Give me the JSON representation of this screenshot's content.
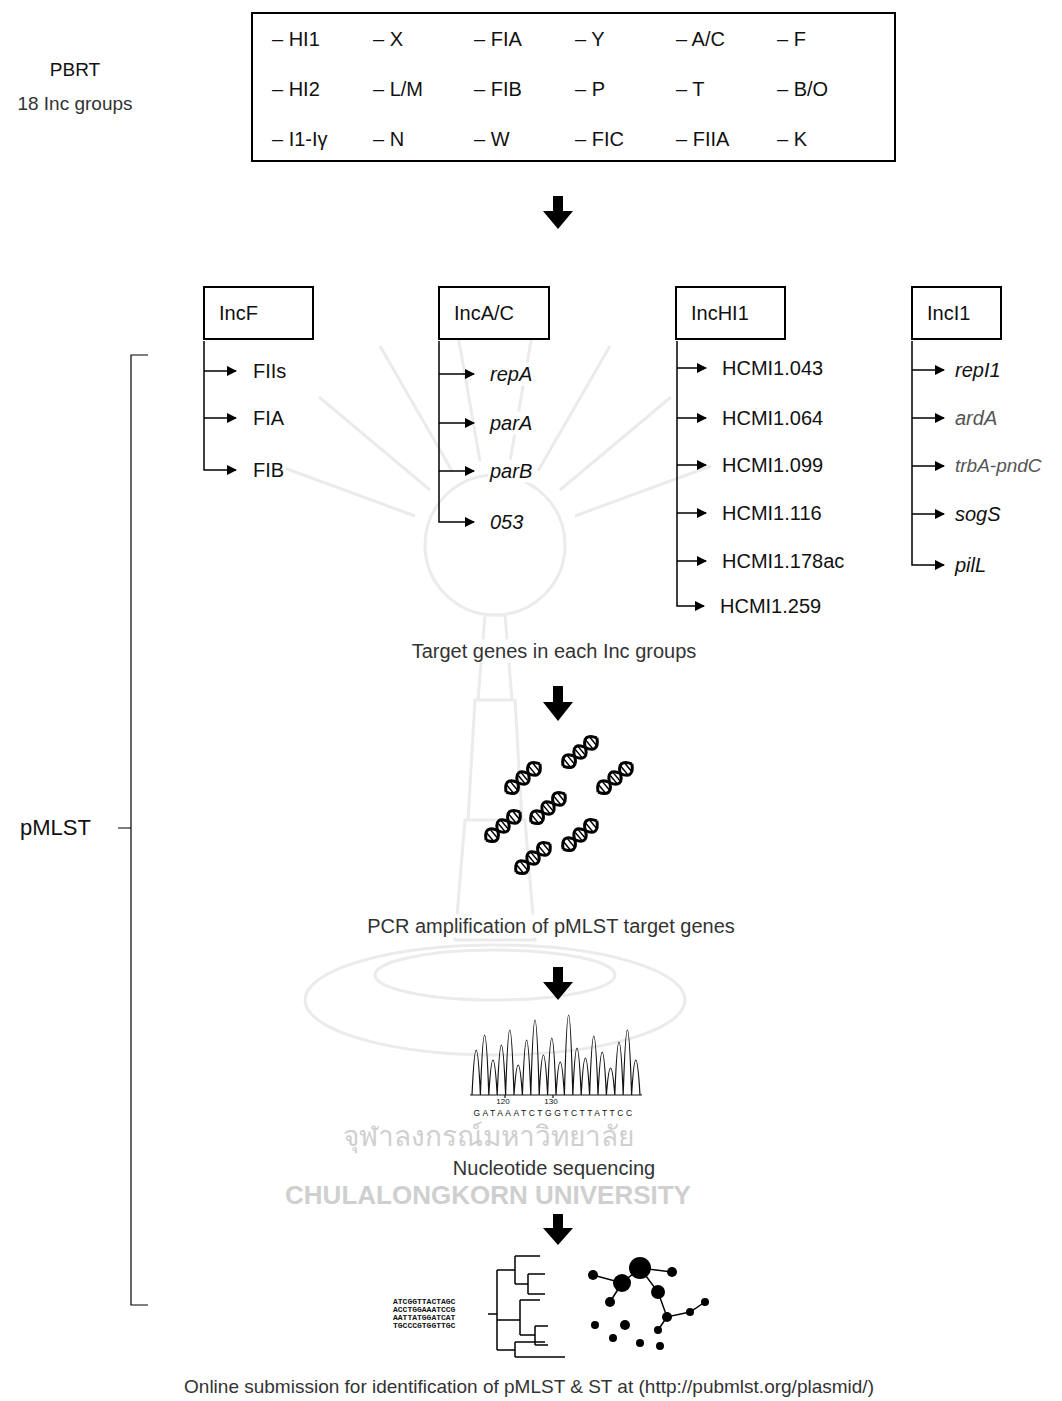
{
  "diagram": {
    "nodes": [
      {
        "text": [
          "– HI1",
          "– X",
          "– FIA",
          "– Y",
          "– A/C",
          "– F",
          "– HI2",
          "– L/M",
          "– FIB",
          "– P",
          "– T",
          "– B/O",
          "– I1-Iγ",
          "– N",
          "– W",
          "– FIC",
          "– FIIA",
          "– K"
        ]
      },
      {
        "text": [
          "IncF"
        ]
      },
      {
        "text": [
          "IncA/C"
        ]
      },
      {
        "text": [
          "IncHI1"
        ]
      },
      {
        "text": [
          "IncI1"
        ]
      }
    ],
    "labels": [
      "PBRT",
      "18 Inc groups",
      "FIIs",
      "FIA",
      "FIB",
      "repA",
      "parA",
      "parB",
      "053",
      "HCMI1.043",
      "HCMI1.064",
      "HCMI1.099",
      "HCMI1.116",
      "HCMI1.178ac",
      "HCMI1.259",
      "repI1",
      "ardA",
      "trbA-pndC",
      "sogS",
      "pilL",
      "Target genes in each Inc groups",
      "PCR amplification of pMLST target genes",
      "120",
      "130",
      "GATAAATCTGGTCTTATTCC",
      "Nucleotide sequencing",
      "ATCGGTTACTAGC",
      "ACCTGGAAATCCG",
      "AATTATGGATCAT",
      "TGCCCGTGGTTGC",
      "Online submission for identification of pMLST & ST at (http://pubmlst.org/plasmid/)",
      "pMLST",
      "จุฬาลงกรณ์มหาวิทยาลัย",
      "CHULALONGKORN UNIVERSITY"
    ]
  }
}
